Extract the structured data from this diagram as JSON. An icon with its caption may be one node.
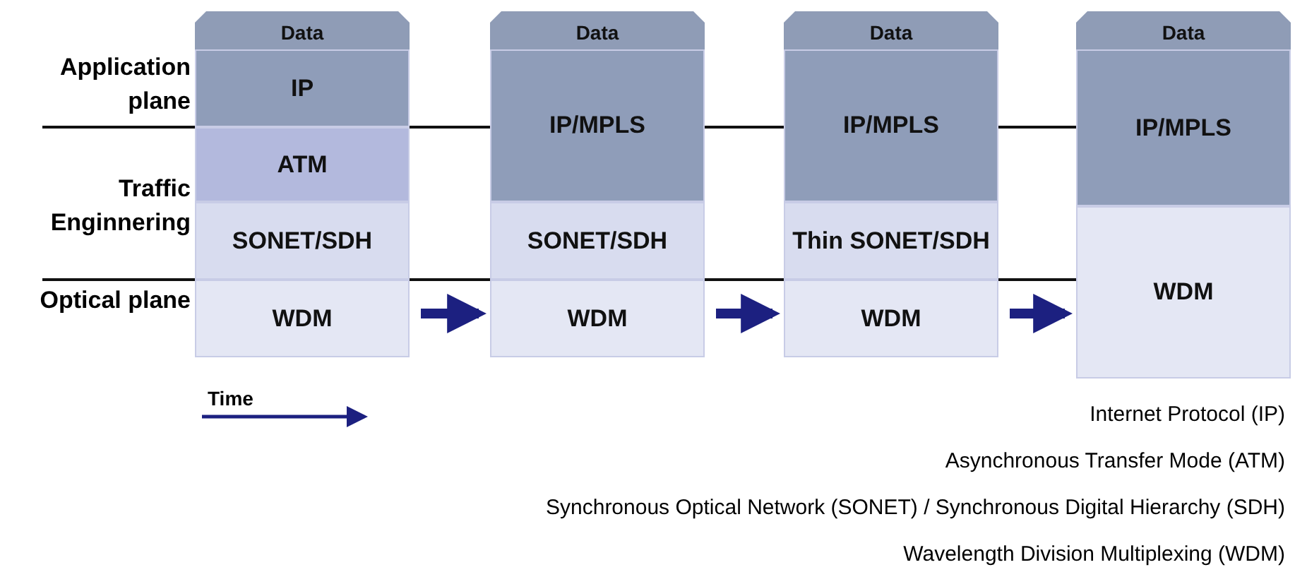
{
  "diagram": {
    "nodes": [
      {
        "text": [
          "Data"
        ]
      },
      {
        "text": [
          "IP"
        ]
      },
      {
        "text": [
          "ATM"
        ]
      },
      {
        "text": [
          "SONET/SDH"
        ]
      },
      {
        "text": [
          "WDM"
        ]
      },
      {
        "text": [
          "Data"
        ]
      },
      {
        "text": [
          "IP/MPLS"
        ]
      },
      {
        "text": [
          "SONET/SDH"
        ]
      },
      {
        "text": [
          "WDM"
        ]
      },
      {
        "text": [
          "Data"
        ]
      },
      {
        "text": [
          "IP/MPLS"
        ]
      },
      {
        "text": [
          "Thin SONET/SDH"
        ]
      },
      {
        "text": [
          "WDM"
        ]
      },
      {
        "text": [
          "Data"
        ]
      },
      {
        "text": [
          "IP/MPLS"
        ]
      },
      {
        "text": [
          "WDM"
        ]
      }
    ],
    "edges": [
      {
        "from": 4,
        "to": 8,
        "arrow": "to"
      },
      {
        "from": 8,
        "to": 12,
        "arrow": "to"
      },
      {
        "from": 12,
        "to": 15,
        "arrow": "to"
      }
    ],
    "labels": [
      "Application plane",
      "Traffic Enginnering",
      "Optical plane",
      "Time",
      "Internet Protocol (IP)",
      "Asynchronous Transfer Mode (ATM)",
      "Synchronous Optical Network (SONET) / Synchronous Digital Hierarchy (SDH)",
      "Wavelength Division Multiplexing (WDM)"
    ]
  }
}
